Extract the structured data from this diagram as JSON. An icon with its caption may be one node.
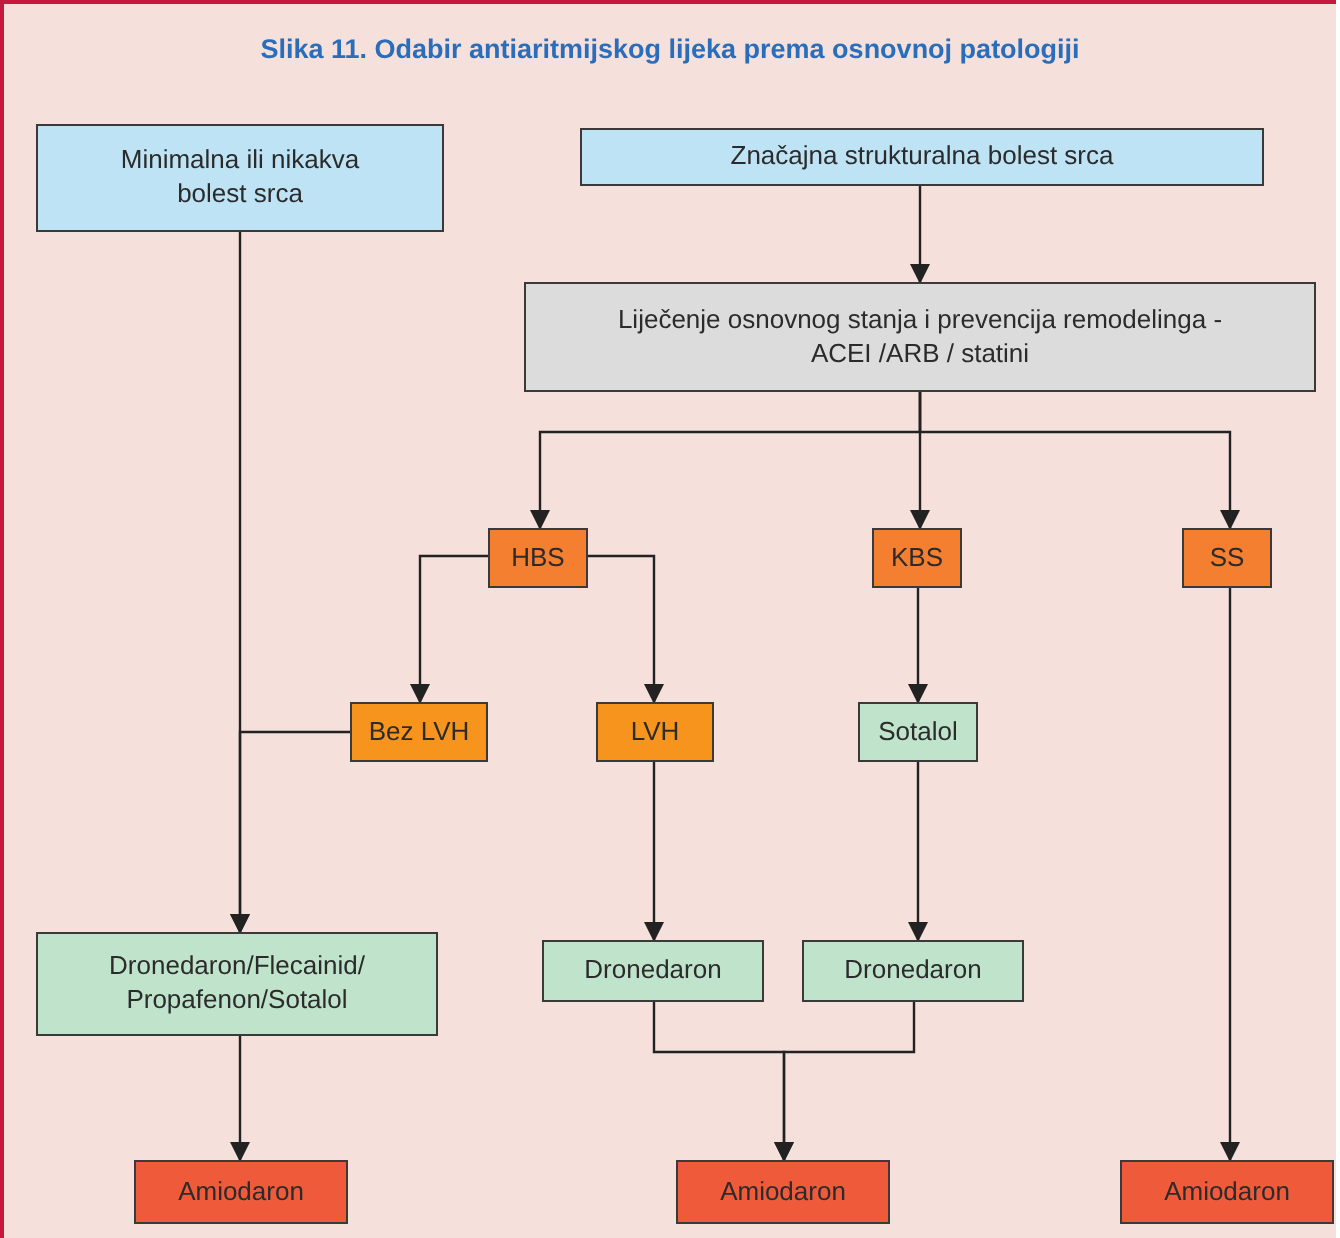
{
  "diagram": {
    "title": "Slika 11. Odabir antiaritmijskog lijeka prema osnovnoj patologiji",
    "nodes": [
      {
        "text": [
          "Minimalna ili nikakva bolest srca"
        ]
      },
      {
        "text": [
          "Značajna strukturalna bolest srca"
        ]
      },
      {
        "text": [
          "Liječenje osnovnog stanja i prevencija remodelinga - ACEI /ARB / statini"
        ]
      },
      {
        "text": [
          "HBS"
        ]
      },
      {
        "text": [
          "KBS"
        ]
      },
      {
        "text": [
          "SS"
        ]
      },
      {
        "text": [
          "Bez LVH"
        ]
      },
      {
        "text": [
          "LVH"
        ]
      },
      {
        "text": [
          "Sotalol"
        ]
      },
      {
        "text": [
          "Dronedaron/Flecainid/ Propafenon/Sotalol"
        ]
      },
      {
        "text": [
          "Dronedaron"
        ]
      },
      {
        "text": [
          "Dronedaron"
        ]
      },
      {
        "text": [
          "Amiodaron"
        ]
      },
      {
        "text": [
          "Amiodaron"
        ]
      },
      {
        "text": [
          "Amiodaron"
        ]
      }
    ],
    "edges": [
      {
        "from": 0,
        "to": 9,
        "arrow": "to"
      },
      {
        "from": 6,
        "to": 9,
        "arrow": "to"
      },
      {
        "from": 1,
        "to": 2,
        "arrow": "to"
      },
      {
        "from": 2,
        "to": 3,
        "arrow": "to"
      },
      {
        "from": 2,
        "to": 4,
        "arrow": "to"
      },
      {
        "from": 2,
        "to": 5,
        "arrow": "to"
      },
      {
        "from": 3,
        "to": 6,
        "arrow": "to"
      },
      {
        "from": 3,
        "to": 7,
        "arrow": "to"
      },
      {
        "from": 4,
        "to": 8,
        "arrow": "to"
      },
      {
        "from": 7,
        "to": 10,
        "arrow": "to"
      },
      {
        "from": 8,
        "to": 11,
        "arrow": "to"
      },
      {
        "from": 9,
        "to": 12,
        "arrow": "to"
      },
      {
        "from": 10,
        "to": 13,
        "arrow": "to"
      },
      {
        "from": 11,
        "to": 13,
        "arrow": "to"
      },
      {
        "from": 5,
        "to": 14,
        "arrow": "to"
      }
    ]
  }
}
